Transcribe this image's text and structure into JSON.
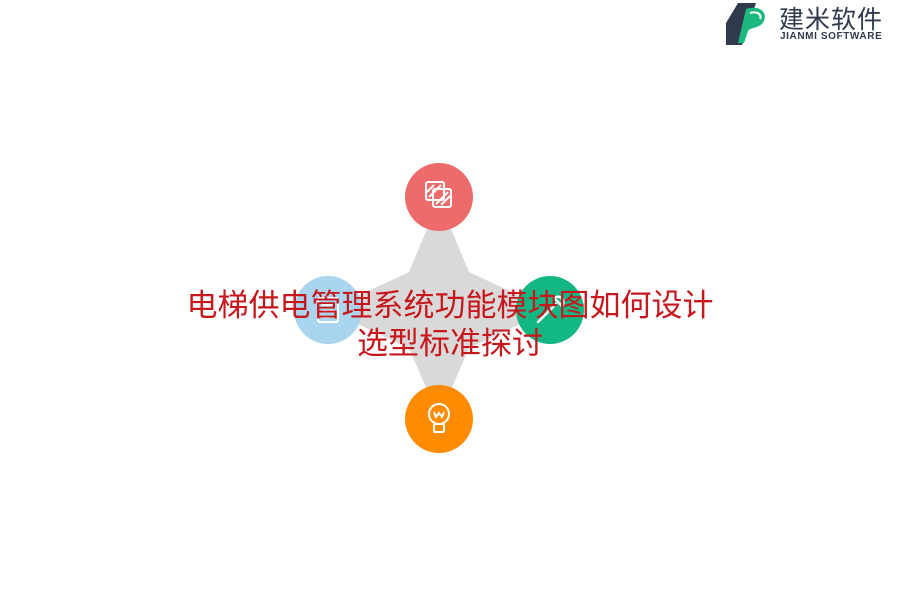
{
  "logo": {
    "name_cn": "建米软件",
    "name_en": "JIANMI SOFTWARE",
    "colors": {
      "dark": "#2f3a4f",
      "green": "#1bb87f"
    }
  },
  "diagram": {
    "connector_color": "#d9d9d9",
    "nodes": [
      {
        "id": "top",
        "color": "#ee6b6b",
        "icon": "layers-icon"
      },
      {
        "id": "left",
        "color": "#a9d6ee",
        "icon": "document-icon"
      },
      {
        "id": "right",
        "color": "#12b784",
        "icon": "wrench-icon"
      },
      {
        "id": "bottom",
        "color": "#ff8c00",
        "icon": "lightbulb-icon"
      }
    ]
  },
  "title": {
    "line1": "电梯供电管理系统功能模块图如何设计",
    "line2": "选型标准探讨",
    "color": "#c8171c"
  }
}
